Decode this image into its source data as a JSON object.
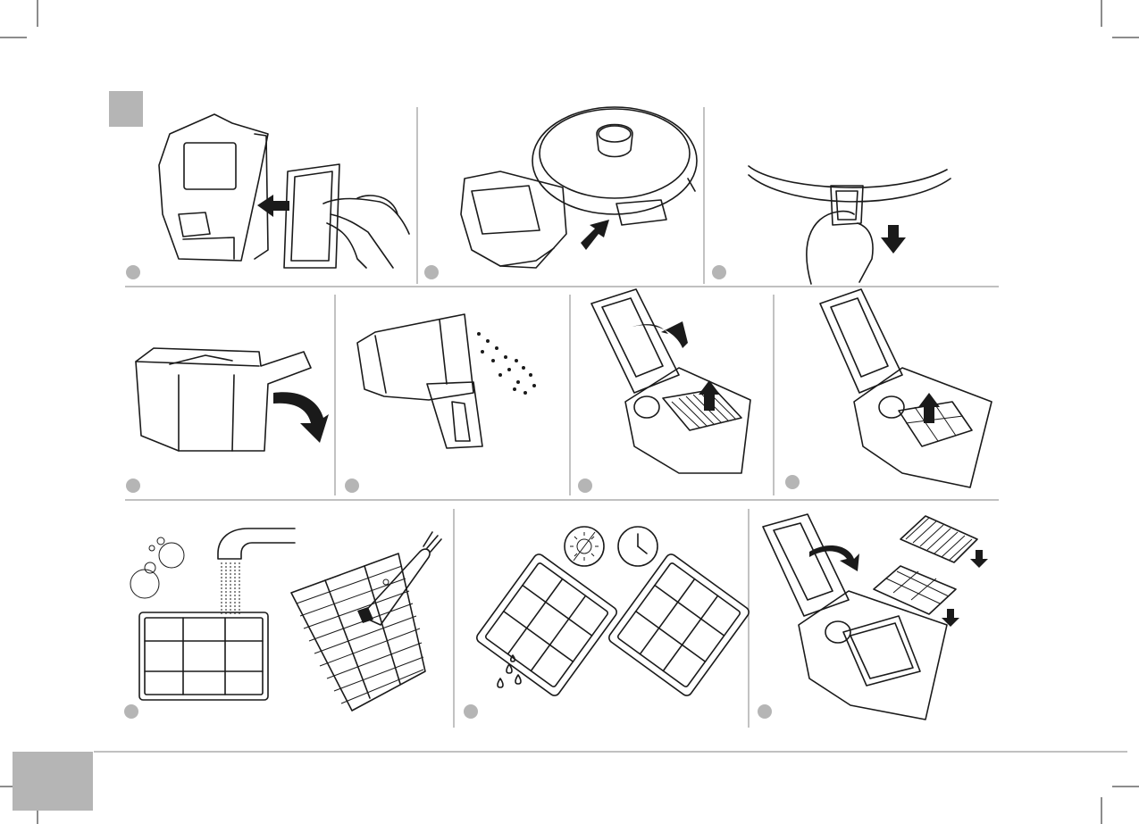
{
  "page": {
    "section_marker": "",
    "page_tab": ""
  },
  "steps": [
    {
      "id": "s1",
      "badge": ""
    },
    {
      "id": "s2",
      "badge": ""
    },
    {
      "id": "s3",
      "badge": ""
    },
    {
      "id": "s4",
      "badge": ""
    },
    {
      "id": "s5",
      "badge": ""
    },
    {
      "id": "s6",
      "badge": ""
    },
    {
      "id": "s7",
      "badge": ""
    },
    {
      "id": "s8",
      "badge": ""
    },
    {
      "id": "s9",
      "badge": ""
    },
    {
      "id": "s10",
      "badge": ""
    }
  ],
  "colors": {
    "marker_grey": "#b5b5b5",
    "line": "#1a1a1a",
    "separator": "#9a9a9a"
  },
  "icons": [
    "sun-icon",
    "clock-icon",
    "arrow-icon",
    "water-drop-icon",
    "faucet-icon",
    "brush-icon",
    "hand-icon"
  ]
}
